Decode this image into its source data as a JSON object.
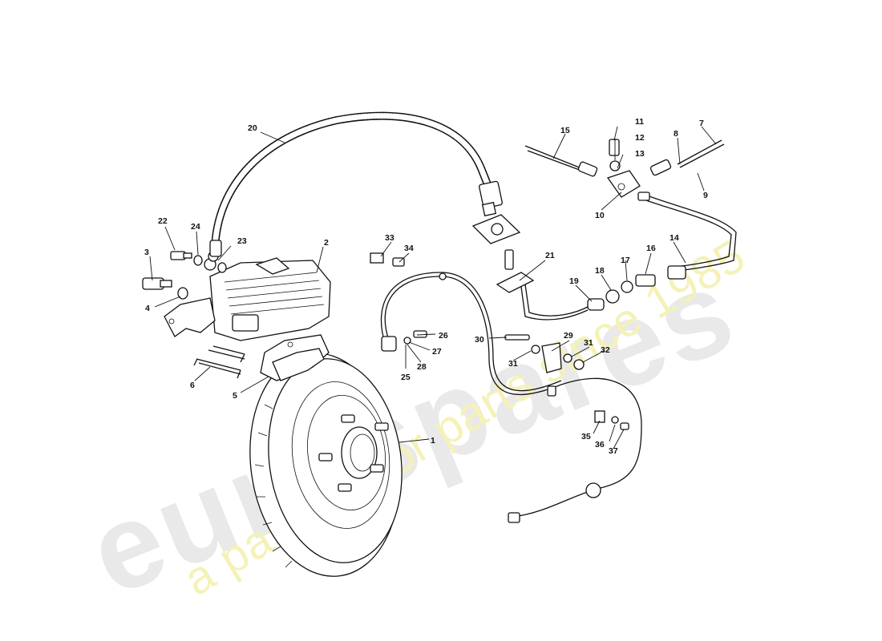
{
  "watermark": {
    "brand": "eurospares",
    "tagline": "a passion for parts since 1985",
    "colors": {
      "brand": "#e9e9e9",
      "tagline": "#f4f2b8"
    }
  },
  "callouts": [
    {
      "id": "c1",
      "label": "1"
    },
    {
      "id": "c2",
      "label": "2"
    },
    {
      "id": "c3",
      "label": "3"
    },
    {
      "id": "c4",
      "label": "4"
    },
    {
      "id": "c5",
      "label": "5"
    },
    {
      "id": "c6",
      "label": "6"
    },
    {
      "id": "c7",
      "label": "7"
    },
    {
      "id": "c8",
      "label": "8"
    },
    {
      "id": "c9",
      "label": "9"
    },
    {
      "id": "c10",
      "label": "10"
    },
    {
      "id": "c11",
      "label": "11"
    },
    {
      "id": "c12",
      "label": "12"
    },
    {
      "id": "c13",
      "label": "13"
    },
    {
      "id": "c14",
      "label": "14"
    },
    {
      "id": "c15",
      "label": "15"
    },
    {
      "id": "c16",
      "label": "16"
    },
    {
      "id": "c17",
      "label": "17"
    },
    {
      "id": "c18",
      "label": "18"
    },
    {
      "id": "c19",
      "label": "19"
    },
    {
      "id": "c20",
      "label": "20"
    },
    {
      "id": "c21",
      "label": "21"
    },
    {
      "id": "c22",
      "label": "22"
    },
    {
      "id": "c23",
      "label": "23"
    },
    {
      "id": "c24",
      "label": "24"
    },
    {
      "id": "c25",
      "label": "25"
    },
    {
      "id": "c26",
      "label": "26"
    },
    {
      "id": "c27",
      "label": "27"
    },
    {
      "id": "c28",
      "label": "28"
    },
    {
      "id": "c29",
      "label": "29"
    },
    {
      "id": "c30",
      "label": "30"
    },
    {
      "id": "c31a",
      "label": "31"
    },
    {
      "id": "c31b",
      "label": "31"
    },
    {
      "id": "c32",
      "label": "32"
    },
    {
      "id": "c33",
      "label": "33"
    },
    {
      "id": "c34",
      "label": "34"
    },
    {
      "id": "c35",
      "label": "35"
    },
    {
      "id": "c36",
      "label": "36"
    },
    {
      "id": "c37",
      "label": "37"
    }
  ]
}
